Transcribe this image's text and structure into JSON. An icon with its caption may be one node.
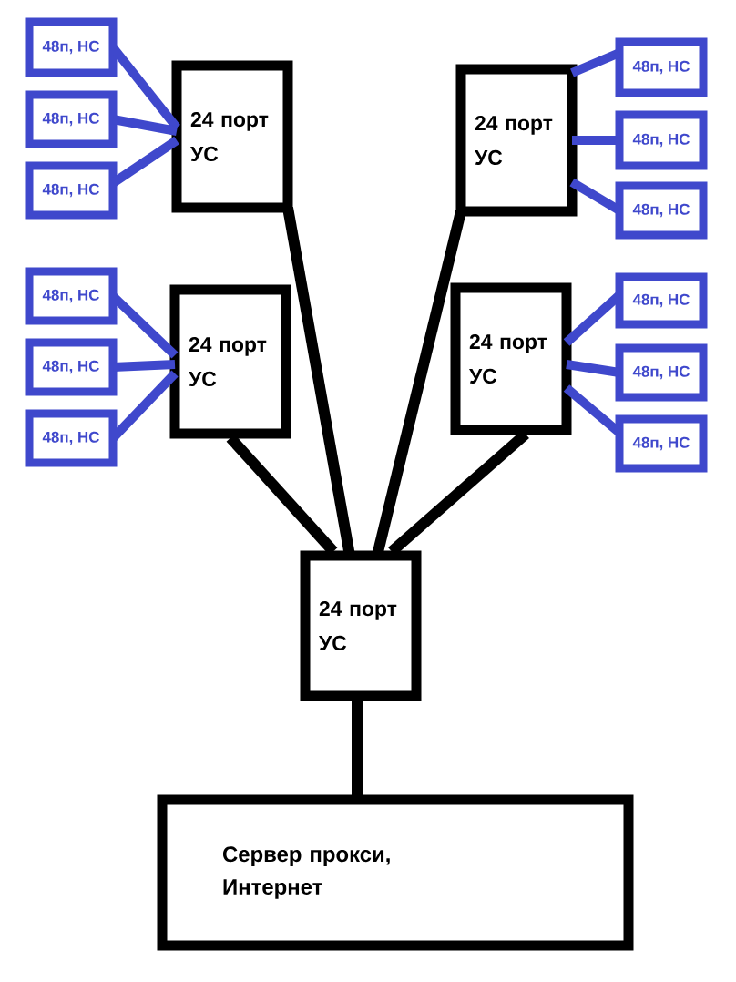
{
  "diagram": {
    "nodes": [
      {
        "text": [
          "24 порт УС"
        ]
      },
      {
        "text": [
          "24 порт УС"
        ]
      },
      {
        "text": [
          "24 порт УС"
        ]
      },
      {
        "text": [
          "24 порт УС"
        ]
      },
      {
        "text": [
          "24 порт УС"
        ]
      },
      {
        "text": [
          "Сервер прокси, Интернет"
        ]
      },
      {
        "text": [
          "48п, НС"
        ]
      },
      {
        "text": [
          "48п, НС"
        ]
      },
      {
        "text": [
          "48п, НС"
        ]
      },
      {
        "text": [
          "48п, НС"
        ]
      },
      {
        "text": [
          "48п, НС"
        ]
      },
      {
        "text": [
          "48п, НС"
        ]
      },
      {
        "text": [
          "48п, НС"
        ]
      },
      {
        "text": [
          "48п, НС"
        ]
      },
      {
        "text": [
          "48п, НС"
        ]
      },
      {
        "text": [
          "48п, НС"
        ]
      },
      {
        "text": [
          "48п, НС"
        ]
      },
      {
        "text": [
          "48п, НС"
        ]
      }
    ],
    "edges": [
      {
        "from": 0,
        "to": 4,
        "arrow": "none",
        "color": "#000000"
      },
      {
        "from": 1,
        "to": 4,
        "arrow": "none",
        "color": "#000000"
      },
      {
        "from": 2,
        "to": 4,
        "arrow": "none",
        "color": "#000000"
      },
      {
        "from": 3,
        "to": 4,
        "arrow": "none",
        "color": "#000000"
      },
      {
        "from": 4,
        "to": 5,
        "arrow": "none",
        "color": "#000000"
      },
      {
        "from": 0,
        "to": 6,
        "arrow": "none"
      },
      {
        "from": 0,
        "to": 7,
        "arrow": "none"
      },
      {
        "from": 0,
        "to": 8,
        "arrow": "none"
      },
      {
        "from": 1,
        "to": 9,
        "arrow": "none"
      },
      {
        "from": 1,
        "to": 10,
        "arrow": "none"
      },
      {
        "from": 1,
        "to": 11,
        "arrow": "none"
      },
      {
        "from": 2,
        "to": 12,
        "arrow": "none"
      },
      {
        "from": 2,
        "to": 13,
        "arrow": "none"
      },
      {
        "from": 2,
        "to": 14,
        "arrow": "none"
      },
      {
        "from": 3,
        "to": 15,
        "arrow": "none"
      },
      {
        "from": 3,
        "to": 16,
        "arrow": "none"
      },
      {
        "from": 3,
        "to": 17,
        "arrow": "none"
      }
    ]
  }
}
